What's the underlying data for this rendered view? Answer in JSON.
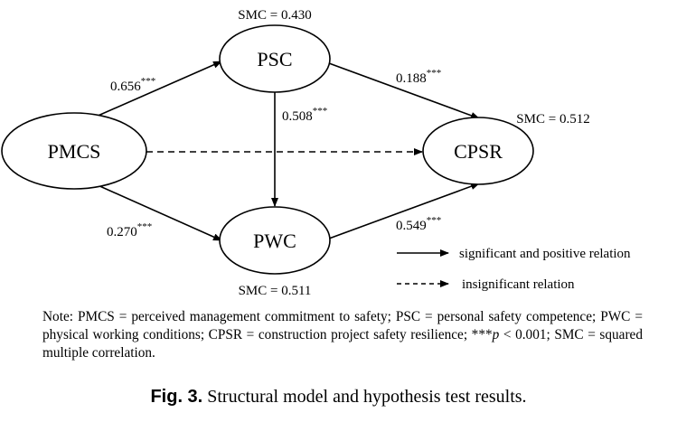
{
  "nodes": {
    "pmcs": {
      "label": "PMCS"
    },
    "psc": {
      "label": "PSC",
      "smc": "SMC = 0.430"
    },
    "pwc": {
      "label": "PWC",
      "smc": "SMC = 0.511"
    },
    "cpsr": {
      "label": "CPSR",
      "smc": "SMC = 0.512"
    }
  },
  "paths": {
    "pmcs_psc": {
      "coef": "0.656",
      "sig": "***"
    },
    "pmcs_pwc": {
      "coef": "0.270",
      "sig": "***"
    },
    "psc_pwc": {
      "coef": "0.508",
      "sig": "***"
    },
    "psc_cpsr": {
      "coef": "0.188",
      "sig": "***"
    },
    "pwc_cpsr": {
      "coef": "0.549",
      "sig": "***"
    }
  },
  "legend": {
    "solid": "significant and positive relation",
    "dashed": "insignificant relation"
  },
  "note": {
    "part1": "Note: PMCS = perceived management commitment to safety; PSC = personal safety competence; PWC = physical working conditions; CPSR = construction project safety resilience; ***",
    "p_italic": "p",
    "part2": " < 0.001; SMC = squared multiple correlation."
  },
  "caption": {
    "label": "Fig. 3.",
    "text": " Structural model and hypothesis test results."
  }
}
